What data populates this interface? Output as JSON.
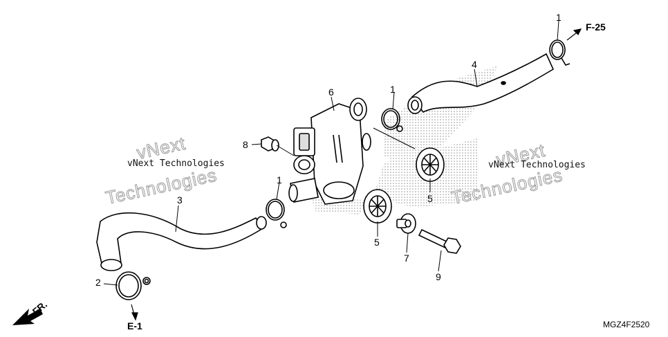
{
  "callouts": {
    "c1_top": "1",
    "c1_mid": "1",
    "c1_left": "1",
    "c2": "2",
    "c3": "3",
    "c4": "4",
    "c5_upper": "5",
    "c5_lower": "5",
    "c6": "6",
    "c7": "7",
    "c8": "8",
    "c9": "9"
  },
  "references": {
    "f25": "F-25",
    "e1": "E-1",
    "front": "FR."
  },
  "diagram_code": "MGZ4F2520",
  "watermark": {
    "small": "vNext Technologies",
    "big_top": "vNext",
    "big_bottom": "Technologies"
  }
}
